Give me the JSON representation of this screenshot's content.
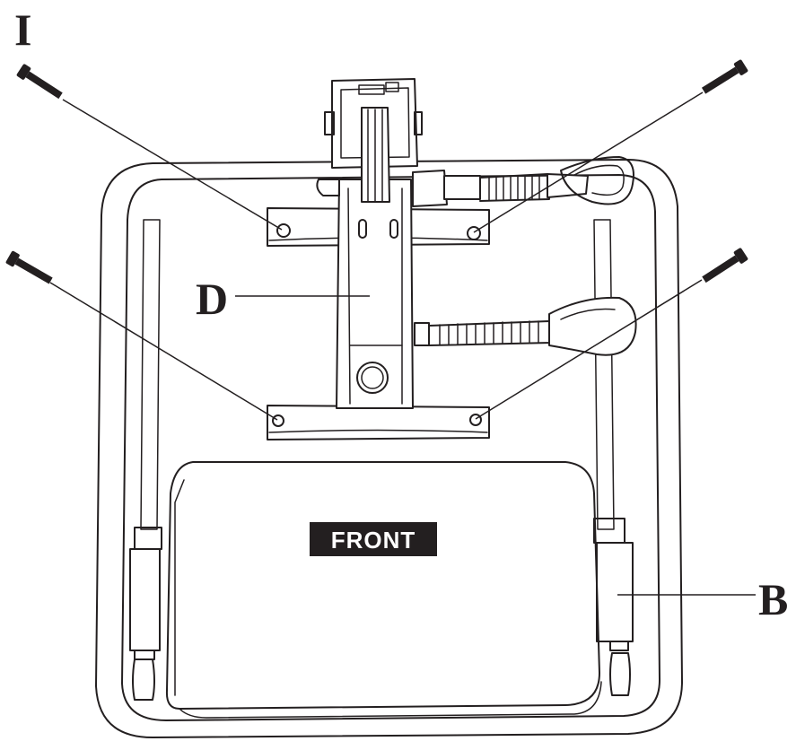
{
  "labels": {
    "screws": "I",
    "mechanism": "D",
    "gas_lift_bracket": "B",
    "front_marker": "FRONT"
  },
  "colors": {
    "line": "#231f20",
    "background": "#ffffff",
    "front_badge": "#231f20"
  },
  "icons": {
    "screw": "screw-icon",
    "seat": "seat-pan-icon"
  }
}
